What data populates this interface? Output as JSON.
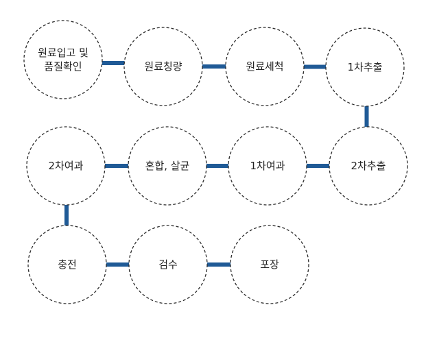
{
  "diagram": {
    "steps": [
      {
        "id": "s1",
        "lines": [
          "원료입고 및",
          "품질확인"
        ]
      },
      {
        "id": "s2",
        "lines": [
          "원료칭량"
        ]
      },
      {
        "id": "s3",
        "lines": [
          "원료세척"
        ]
      },
      {
        "id": "s4",
        "lines": [
          "1차추출"
        ]
      },
      {
        "id": "s5",
        "lines": [
          "2차추출"
        ]
      },
      {
        "id": "s6",
        "lines": [
          "1차여과"
        ]
      },
      {
        "id": "s7",
        "lines": [
          "혼합, 살균"
        ]
      },
      {
        "id": "s8",
        "lines": [
          "2차여과"
        ]
      },
      {
        "id": "s9",
        "lines": [
          "충전"
        ]
      },
      {
        "id": "s10",
        "lines": [
          "검수"
        ]
      },
      {
        "id": "s11",
        "lines": [
          "포장"
        ]
      }
    ],
    "connections": [
      [
        "s1",
        "s2"
      ],
      [
        "s2",
        "s3"
      ],
      [
        "s3",
        "s4"
      ],
      [
        "s4",
        "s5"
      ],
      [
        "s5",
        "s6"
      ],
      [
        "s6",
        "s7"
      ],
      [
        "s7",
        "s8"
      ],
      [
        "s8",
        "s9"
      ],
      [
        "s9",
        "s10"
      ],
      [
        "s10",
        "s11"
      ]
    ],
    "colors": {
      "connector": "#1f5a96",
      "outline": "#2b2b2b"
    }
  }
}
